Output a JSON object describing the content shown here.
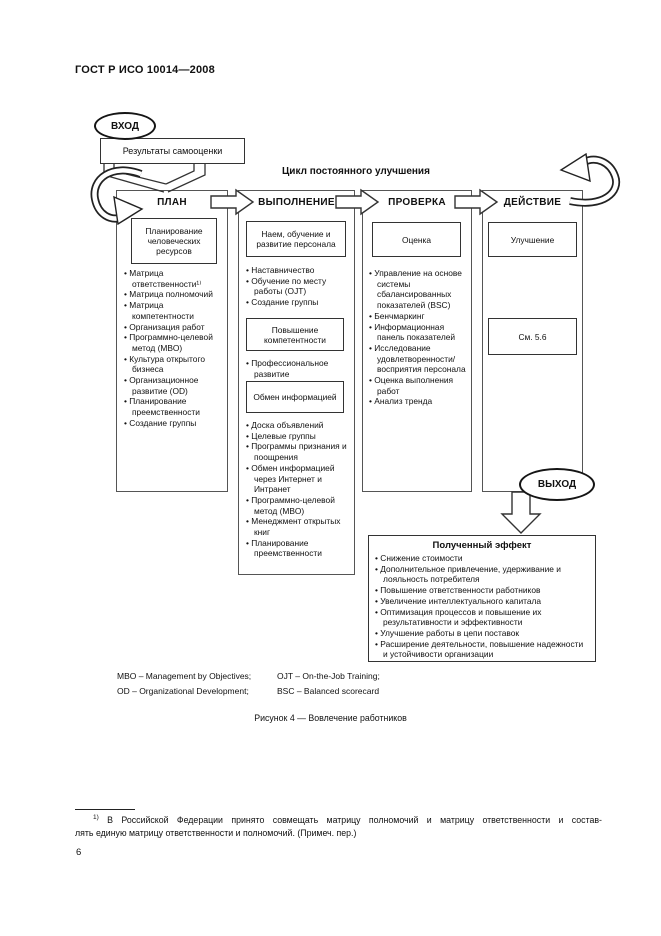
{
  "page": {
    "doc_number": "ГОСТ Р ИСО 10014—2008",
    "page_number": "6"
  },
  "diagram": {
    "input_label": "ВХОД",
    "input_box": "Результаты самооценки",
    "cycle_title": "Цикл постоянного улучшения",
    "output_label": "ВЫХОД",
    "columns": [
      {
        "header": "ПЛАН",
        "top_box": "Планирование человеческих ресурсов",
        "bullets": [
          "Матрица ответственности¹⁾",
          "Матрица полномочий",
          "Матрица компетентности",
          "Организация работ",
          "Программно-целевой метод (MBO)",
          "Культура открытого бизнеса",
          "Организационное развитие (OD)",
          "Планирование преемственности",
          "Создание группы"
        ]
      },
      {
        "header": "ВЫПОЛНЕНИЕ",
        "sections": [
          {
            "box": "Наем, обучение и развитие персонала",
            "bullets": [
              "Наставничество",
              "Обучение по месту работы (OJT)",
              "Создание группы"
            ]
          },
          {
            "box": "Повышение компетентности",
            "bullets": [
              "Профессиональное развитие"
            ]
          },
          {
            "box": "Обмен информацией",
            "bullets": [
              "Доска объявлений",
              "Целевые группы",
              "Программы признания и поощрения",
              "Обмен информацией через Интернет и Интранет",
              "Программно-целевой метод (MBO)",
              "Менеджмент открытых книг",
              "Планирование преемственности"
            ]
          }
        ]
      },
      {
        "header": "ПРОВЕРКА",
        "top_box": "Оценка",
        "bullets": [
          "Управление на основе системы сбалансированных показателей (BSC)",
          "Бенчмаркинг",
          "Информационная панель показателей",
          "Исследование удовлетворенности/ восприятия персонала",
          "Оценка выполнения работ",
          "Анализ тренда"
        ]
      },
      {
        "header": "ДЕЙСТВИЕ",
        "box_improvement": "Улучшение",
        "box_reference": "См. 5.6"
      }
    ],
    "effect_box": {
      "title": "Полученный эффект",
      "bullets": [
        "Снижение стоимости",
        "Дополнительное привлечение, удерживание и лояльность потребителя",
        "Повышение ответственности работников",
        "Увеличение интеллектуального капитала",
        "Оптимизация процессов и повышение их результативности и эффективности",
        "Улучшение работы в цепи поставок",
        "Расширение деятельности, повышение надежности и устойчивости организации"
      ]
    },
    "legend": {
      "mbo": "MBO – Management by Objectives;",
      "ojt": "OJT – On-the-Job Training;",
      "od": "OD – Organizational Development;",
      "bsc": "BSC – Balanced scorecard"
    },
    "caption": "Рисунок 4 — Вовлечение работников"
  },
  "footnote": {
    "marker": "1)",
    "line1": "В Российской Федерации принято совмещать матрицу полномочий и матрицу ответственности и состав-",
    "line2": "лять единую матрицу ответственности и полномочий. (Примеч. пер.)"
  }
}
